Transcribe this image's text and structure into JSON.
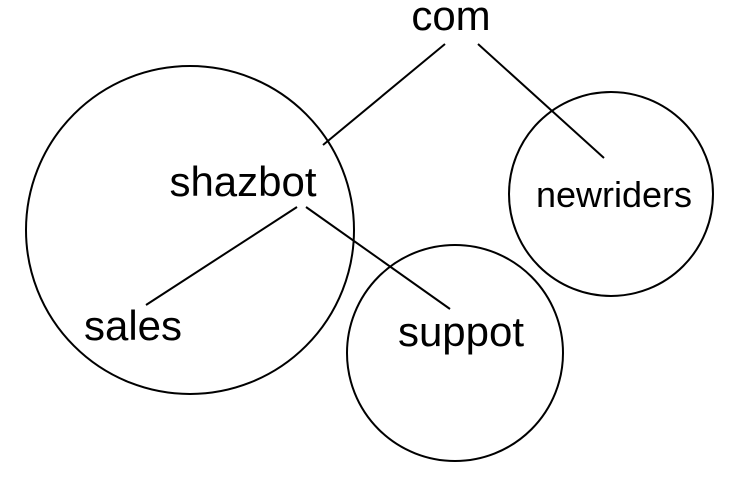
{
  "diagram": {
    "nodes": {
      "com": "com",
      "shazbot": "shazbot",
      "newriders": "newriders",
      "sales": "sales",
      "suppot": "suppot"
    },
    "edges": [
      [
        "com",
        "shazbot"
      ],
      [
        "com",
        "newriders"
      ],
      [
        "shazbot",
        "sales"
      ],
      [
        "shazbot",
        "suppot"
      ]
    ],
    "zones": [
      "shazbot",
      "suppot",
      "newriders"
    ],
    "colors": {
      "stroke": "#000000",
      "text": "#000000",
      "background": "#ffffff"
    }
  }
}
